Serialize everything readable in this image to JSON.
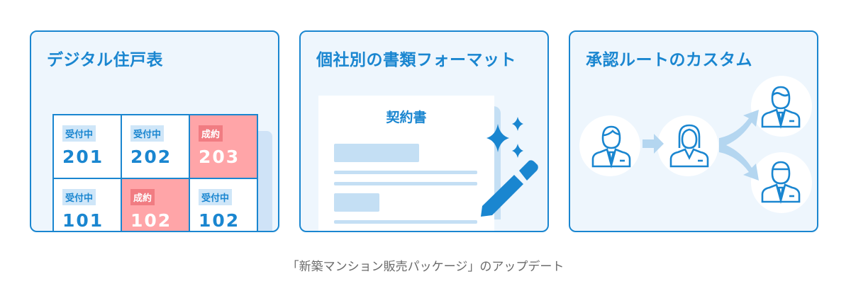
{
  "cards": [
    {
      "title": "デジタル住戸表",
      "grid": [
        {
          "status": "受付中",
          "room": "201",
          "sold": false
        },
        {
          "status": "受付中",
          "room": "202",
          "sold": false
        },
        {
          "status": "成約",
          "room": "203",
          "sold": true
        },
        {
          "status": "受付中",
          "room": "101",
          "sold": false
        },
        {
          "status": "成約",
          "room": "102",
          "sold": true
        },
        {
          "status": "受付中",
          "room": "102",
          "sold": false
        }
      ]
    },
    {
      "title": "個社別の書類フォーマット",
      "document_title": "契約書"
    },
    {
      "title": "承認ルートのカスタム"
    }
  ],
  "caption": "「新築マンション販売パッケージ」のアップデート",
  "colors": {
    "accent": "#1a86d0",
    "card_bg": "#eef6fd",
    "sold_bg": "#ffa5a8",
    "sold_badge": "#f17c82",
    "light_blue": "#c4dff4"
  }
}
